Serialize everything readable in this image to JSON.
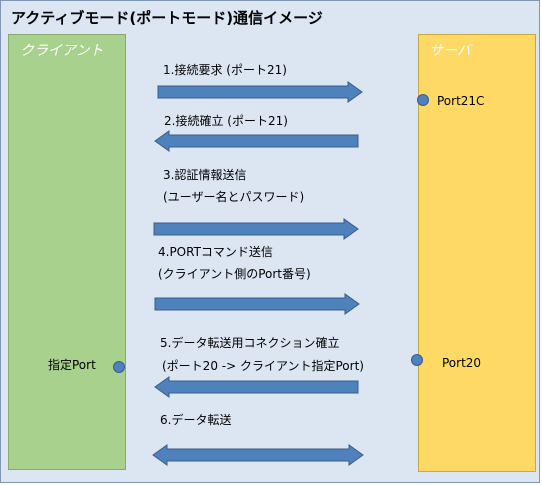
{
  "title": "アクティブモード(ポートモード)通信イメージ",
  "client": {
    "title": "クライアント",
    "port_label": "指定Port"
  },
  "server": {
    "title": "サーバ",
    "port21c_label": "Port21C",
    "port20_label": "Port20"
  },
  "steps": [
    {
      "line1": "1.接続要求 (ポート21)",
      "direction": "right"
    },
    {
      "line1": "2.接続確立 (ポート21)",
      "direction": "left"
    },
    {
      "line1": "3.認証情報送信",
      "line2": "(ユーザー名とパスワード)",
      "direction": "right"
    },
    {
      "line1": "4.PORTコマンド送信",
      "line2": "(クライアント側のPort番号)",
      "direction": "right"
    },
    {
      "line1": "5.データ転送用コネクション確立",
      "line2": "(ポート20 -> クライアント指定Port)",
      "direction": "left"
    },
    {
      "line1": "6.データ転送",
      "direction": "both"
    }
  ],
  "colors": {
    "background": "#dce6f2",
    "client": "#a9d18e",
    "server": "#ffd966",
    "arrow": "#4f81bd",
    "arrow_stroke": "#385d8a"
  }
}
